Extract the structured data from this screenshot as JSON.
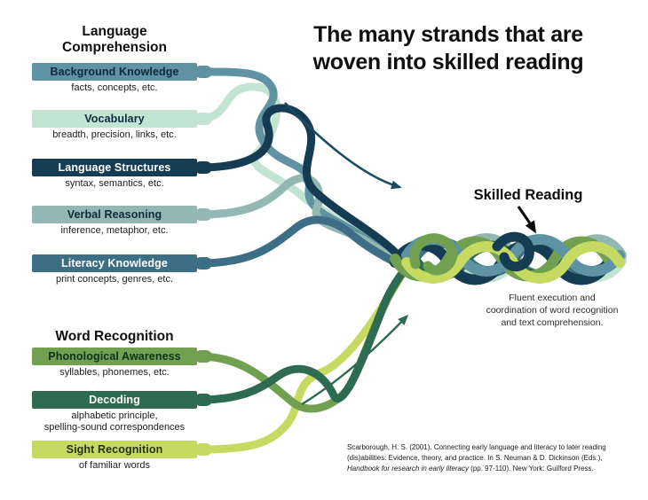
{
  "title": {
    "line1": "The many strands that are",
    "line2": "woven into skilled reading"
  },
  "lc": {
    "heading": "Language Comprehension",
    "strands": [
      {
        "label": "Background Knowledge",
        "caption": "facts, concepts, etc.",
        "color": "#5f93a3",
        "text_color": "#0e2a3c"
      },
      {
        "label": "Vocabulary",
        "caption": "breadth, precision, links, etc.",
        "color": "#c3e3d3",
        "text_color": "#0e2a3c"
      },
      {
        "label": "Language Structures",
        "caption": "syntax, semantics, etc.",
        "color": "#163c54",
        "text_color": "#ffffff"
      },
      {
        "label": "Verbal Reasoning",
        "caption": "inference, metaphor, etc.",
        "color": "#93b7b2",
        "text_color": "#0e2a3c"
      },
      {
        "label": "Literacy Knowledge",
        "caption": "print concepts, genres, etc.",
        "color": "#3e6e85",
        "text_color": "#ffffff"
      }
    ]
  },
  "wr": {
    "heading": "Word Recognition",
    "strands": [
      {
        "label": "Phonological Awareness",
        "caption": "syllables, phonemes, etc.",
        "color": "#71a150",
        "text_color": "#11301c"
      },
      {
        "label": "Decoding",
        "caption": "alphabetic principle,\nspelling-sound correspondences",
        "color": "#2e6b52",
        "text_color": "#ffffff"
      },
      {
        "label": "Sight Recognition",
        "caption": "of familiar words",
        "color": "#c6da62",
        "text_color": "#25330e"
      }
    ]
  },
  "skilled": {
    "label": "Skilled Reading",
    "description": "Fluent execution and\ncoordination of word recognition\nand text comprehension."
  },
  "citation": {
    "line1": "Scarborough, H. S. (2001). Connecting early language and literacy to later reading",
    "line2": "(dis)abilities: Evidence, theory, and practice. In S. Neuman & D. Dickinson (Eds.),",
    "line3_italic": "Handbook for research in early literacy",
    "line3_rest": " (pp. 97-110). New York: Guilford Press."
  },
  "colors": {
    "arrow_navy": "#1b4a63",
    "arrow_green": "#2e6b52",
    "arrow_black": "#0b0b0b"
  }
}
